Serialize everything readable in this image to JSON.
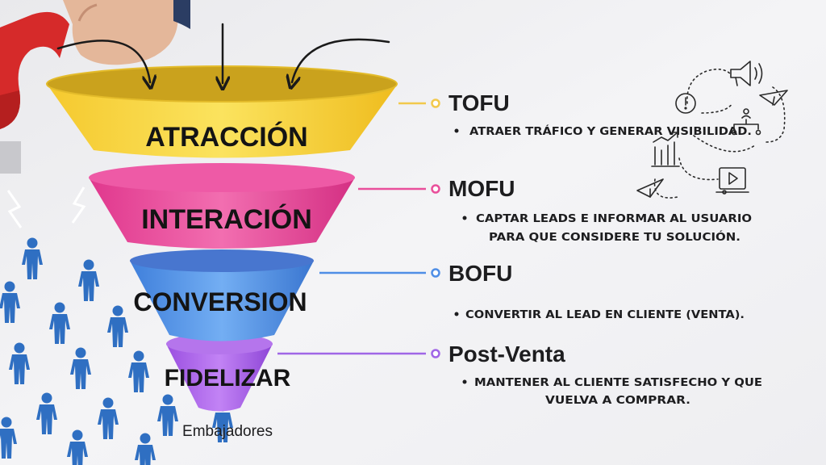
{
  "funnel": {
    "tiers": [
      {
        "label": "ATRACCIÓN",
        "color": "#f6cd37"
      },
      {
        "label": "INTERACIÓN",
        "color": "#ea4b9c"
      },
      {
        "label": "CONVERSION",
        "color": "#4f8ee6"
      },
      {
        "label": "FIDELIZAR",
        "color": "#b064e8"
      }
    ],
    "bottom_label": "Embajadores"
  },
  "stages": [
    {
      "title": "TOFU",
      "bullet_lines": [
        "ATRAER TRÁFICO Y GENERAR VISIBILIDAD."
      ],
      "line_color": "#f2c94c"
    },
    {
      "title": "MOFU",
      "bullet_lines": [
        "CAPTAR LEADS E INFORMAR AL USUARIO",
        "PARA QUE CONSIDERE TU SOLUCIÓN."
      ],
      "line_color": "#e94f9b"
    },
    {
      "title": "BOFU",
      "bullet_lines": [
        "CONVERTIR AL LEAD EN CLIENTE (VENTA)."
      ],
      "line_color": "#4f8ee6"
    },
    {
      "title": "Post-Venta",
      "bullet_lines": [
        "MANTENER AL CLIENTE SATISFECHO Y QUE",
        "VUELVA A COMPRAR."
      ],
      "line_color": "#a066e6"
    }
  ],
  "icons": [
    "megaphone-icon",
    "paper-plane-icon",
    "alert-icon",
    "network-icon",
    "growth-chart-icon",
    "video-play-icon",
    "magnet-icon",
    "lightning-icon",
    "hand-icon",
    "person-figure-icon"
  ]
}
